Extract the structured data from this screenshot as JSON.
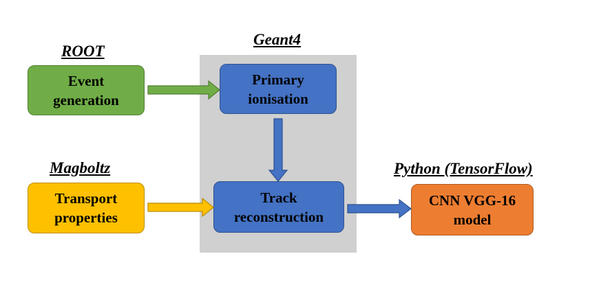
{
  "labels": {
    "root": "ROOT",
    "geant4": "Geant4",
    "magboltz": "Magboltz",
    "python": "Python (TensorFlow)"
  },
  "boxes": {
    "event_generation": "Event\ngeneration",
    "primary_ionisation": "Primary\nionisation",
    "transport_properties": "Transport\nproperties",
    "track_reconstruction": "Track\nreconstruction",
    "cnn_model": "CNN VGG-16\nmodel"
  },
  "colors": {
    "green": "#70ad47",
    "blue": "#4472c4",
    "yellow": "#ffc000",
    "orange": "#ed7d31",
    "panel_gray": "#d0d0d0"
  }
}
